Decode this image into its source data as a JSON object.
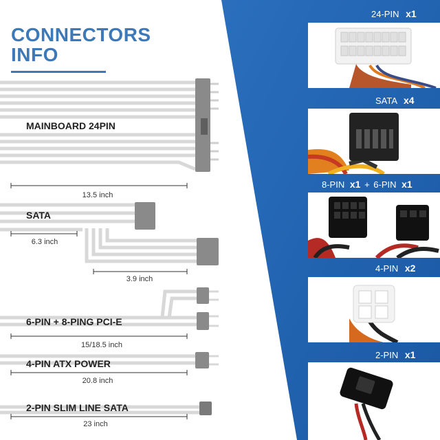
{
  "title": {
    "line1": "CONNECTORS",
    "line2": "INFO"
  },
  "cables": [
    {
      "label": "MAINBOARD 24PIN",
      "dims": [
        "13.5 inch"
      ]
    },
    {
      "label": "SATA",
      "dims": [
        "6.3 inch",
        "3.9 inch"
      ]
    },
    {
      "label": "6-PIN + 8-PING PCI-E",
      "dims": [
        "15/18.5 inch"
      ]
    },
    {
      "label": "4-PIN ATX POWER",
      "dims": [
        "20.8 inch"
      ]
    },
    {
      "label": "2-PIN SLIM LINE SATA",
      "dims": [
        "23 inch"
      ]
    }
  ],
  "panels": [
    {
      "name": "24-PIN",
      "qty": "x1"
    },
    {
      "name": "SATA",
      "qty": "x4"
    },
    {
      "name": "8-PIN",
      "qty": "x1",
      "plus": "+",
      "name2": "6-PIN",
      "qty2": "x1"
    },
    {
      "name": "4-PIN",
      "qty": "x2"
    },
    {
      "name": "2-PIN",
      "qty": "x1"
    }
  ],
  "colors": {
    "accent": "#3d78b8",
    "blue_bg": "#1f5fa8",
    "panel_header": "#2d7ad0"
  }
}
